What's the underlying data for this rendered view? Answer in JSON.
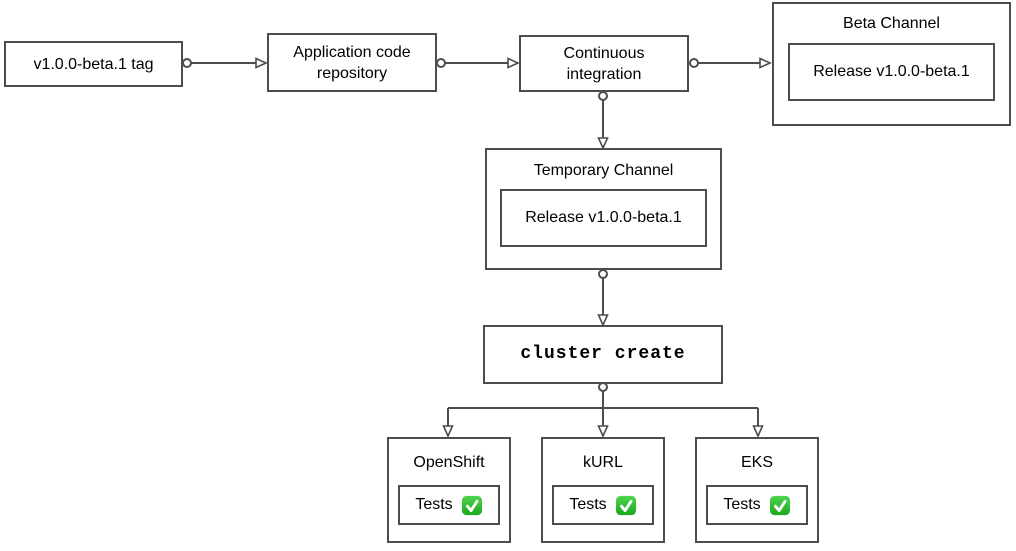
{
  "diagram": {
    "colors": {
      "stroke": "#4d4d4d",
      "text": "#000000",
      "background": "#ffffff",
      "check_green_top": "#4fd44f",
      "check_green_bottom": "#1da81d",
      "check_mark": "#ffffff"
    },
    "nodes": {
      "tag": {
        "label": "v1.0.0-beta.1 tag"
      },
      "app_repo": {
        "label": "Application code\nrepository"
      },
      "ci": {
        "label": "Continuous\nintegration"
      },
      "beta_channel": {
        "title": "Beta Channel",
        "release_label": "Release v1.0.0-beta.1"
      },
      "temp_channel": {
        "title": "Temporary Channel",
        "release_label": "Release v1.0.0-beta.1"
      },
      "cluster_create": {
        "label": "cluster create"
      },
      "clusters": [
        {
          "title": "OpenShift",
          "tests_label": "Tests",
          "status_icon": "check-mark-success"
        },
        {
          "title": "kURL",
          "tests_label": "Tests",
          "status_icon": "check-mark-success"
        },
        {
          "title": "EKS",
          "tests_label": "Tests",
          "status_icon": "check-mark-success"
        }
      ]
    }
  }
}
